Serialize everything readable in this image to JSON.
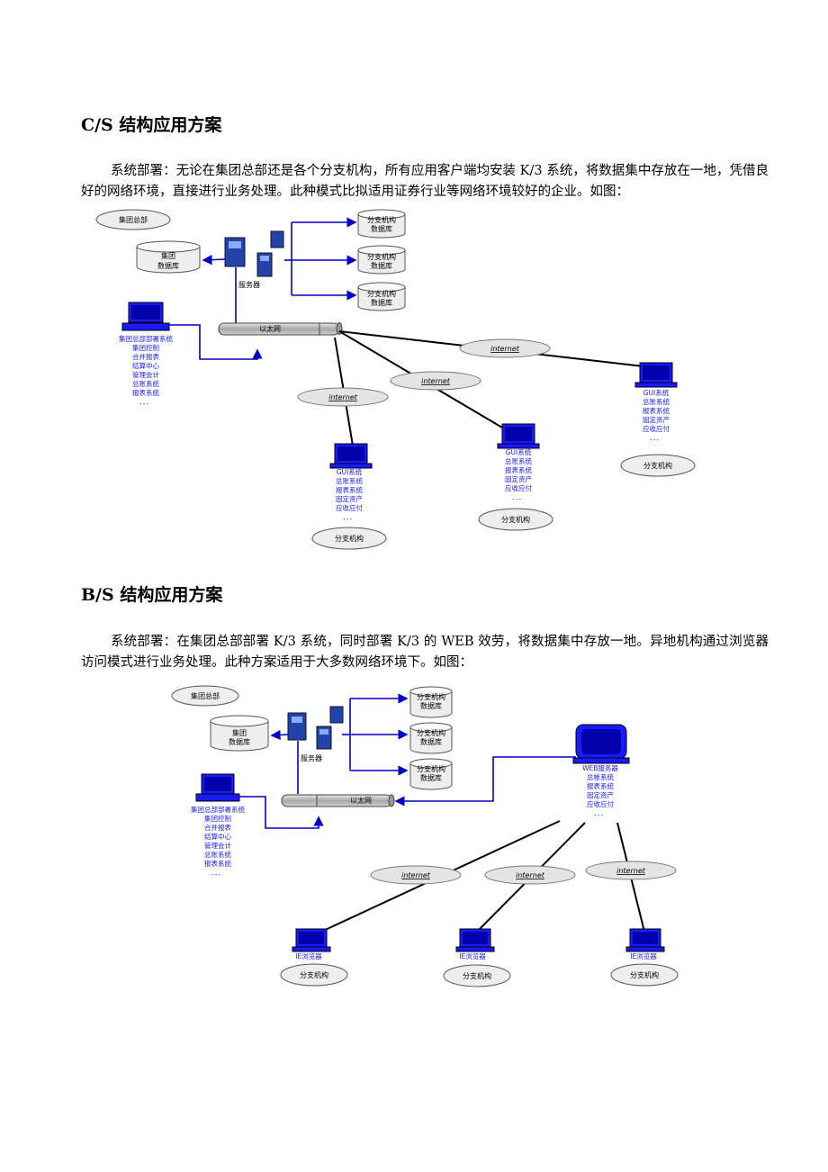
{
  "cs": {
    "heading": "C/S 结构应用方案",
    "para": "系统部署：无论在集团总部还是各个分支机构，所有应用客户端均安装 K/3 系统，将数据集中存放在一地，凭借良好的网络环境，直接进行业务处理。此种模式比拟适用证券行业等网络环境较好的企业。如图：",
    "diagram": {
      "hq_oval": "集团总部",
      "db_line1": "集团",
      "db_line2": "数据库",
      "branch_db_line1": "分支机构",
      "branch_db_line2": "数据库",
      "server": "服务器",
      "ethernet": "以太网",
      "internet": "internet",
      "hq_modules": [
        "集团总部部署系统",
        "集团控制",
        "合并报表",
        "结算中心",
        "管理会计",
        "总账系统",
        "报表系统",
        "．．．"
      ],
      "client_modules": [
        "GUI系统",
        "总账系统",
        "报表系统",
        "固定资产",
        "应收应付",
        "．．．"
      ],
      "branch_oval": "分支机构"
    }
  },
  "bs": {
    "heading": "B/S 结构应用方案",
    "para": "系统部署：在集团总部部署 K/3 系统，同时部署 K/3 的 WEB 效劳，将数据集中存放一地。异地机构通过浏览器访问模式进行业务处理。此种方案适用于大多数网络环境下。如图：",
    "diagram": {
      "hq_oval": "集团总部",
      "db_line1": "集团",
      "db_line2": "数据库",
      "branch_db_line1": "分支机构",
      "branch_db_line2": "数据库",
      "server": "服务器",
      "ethernet": "以太网",
      "internet": "internet",
      "hq_modules": [
        "集团总部部署系统",
        "集团控制",
        "合并报表",
        "结算中心",
        "管理会计",
        "总账系统",
        "报表系统",
        "．．．"
      ],
      "web_modules": [
        "WEB服务器",
        "总帐系统",
        "报表系统",
        "固定资产",
        "应收应付",
        "．．．"
      ],
      "browser": "IE浏览器",
      "branch_oval": "分支机构"
    }
  }
}
